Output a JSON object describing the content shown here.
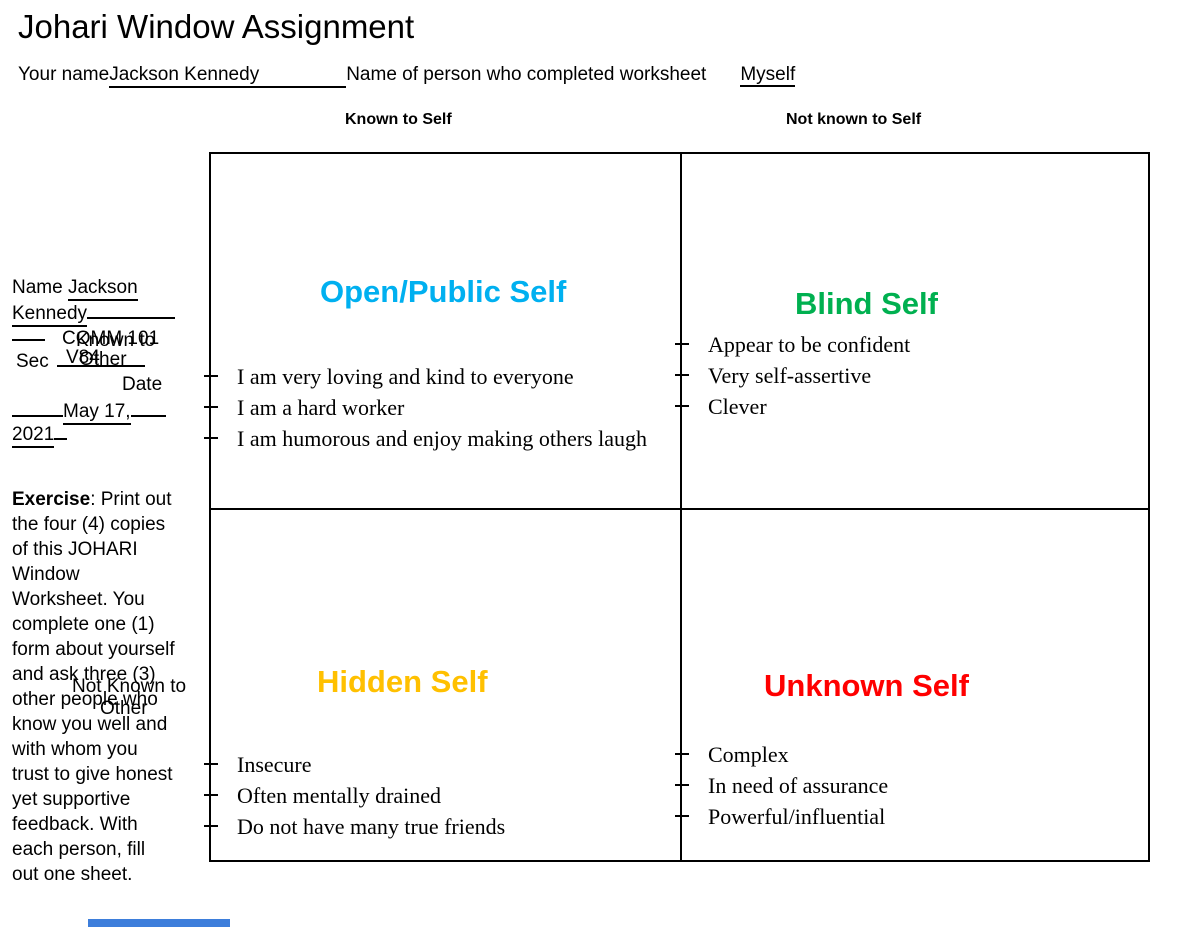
{
  "document": {
    "title": "Johari Window Assignment"
  },
  "header": {
    "your_name_label": "Your name",
    "your_name_value": "Jackson Kennedy",
    "completed_by_label": "Name of person who completed worksheet",
    "completed_by_value": "Myself"
  },
  "axis_labels": {
    "known_to_self": "Known to Self",
    "not_known_to_self": "Not known to Self",
    "known_to_other_line1": "Known to",
    "known_to_other_line2": "Other",
    "not_known_to_other_line1": "Not Known to",
    "not_known_to_other_line2": "Other"
  },
  "info_fields": {
    "name_label": "Name",
    "name_value_line1": "Jackson",
    "name_value_line2": "Kennedy",
    "course_value": "COMM 101",
    "sec_label": "Sec",
    "sec_value": "V84",
    "date_label": "Date",
    "date_value_line1": "May 17,",
    "date_value_line2": "2021"
  },
  "exercise": {
    "label": "Exercise",
    "line1_rest": ": Print out",
    "lines": [
      "the four (4) copies",
      "of this JOHARI",
      "Window",
      "Worksheet. You",
      "complete one (1)",
      "form about yourself",
      "and ask three (3)",
      "other people who",
      "know you well and",
      "with whom you",
      "trust to give honest",
      "yet supportive",
      "feedback. With",
      "each person, fill",
      "out one sheet."
    ]
  },
  "quadrants": [
    {
      "title": "Open/Public Self",
      "color": "#00B0F0",
      "items": [
        "I am very loving and kind to everyone",
        "I am a hard worker",
        "I am humorous and enjoy making others laugh"
      ]
    },
    {
      "title": "Blind Self",
      "color": "#00B050",
      "items": [
        "Appear to be confident",
        "Very self-assertive",
        "Clever"
      ]
    },
    {
      "title": "Hidden Self",
      "color": "#FFC000",
      "items": [
        "Insecure",
        "Often mentally drained",
        "Do not have many true friends"
      ]
    },
    {
      "title": "Unknown Self",
      "color": "#FF0000",
      "items": [
        "Complex",
        "In need of assurance",
        "Powerful/influential"
      ]
    }
  ],
  "artifacts": {
    "bottom_bar_color": "#3D7EDB"
  }
}
